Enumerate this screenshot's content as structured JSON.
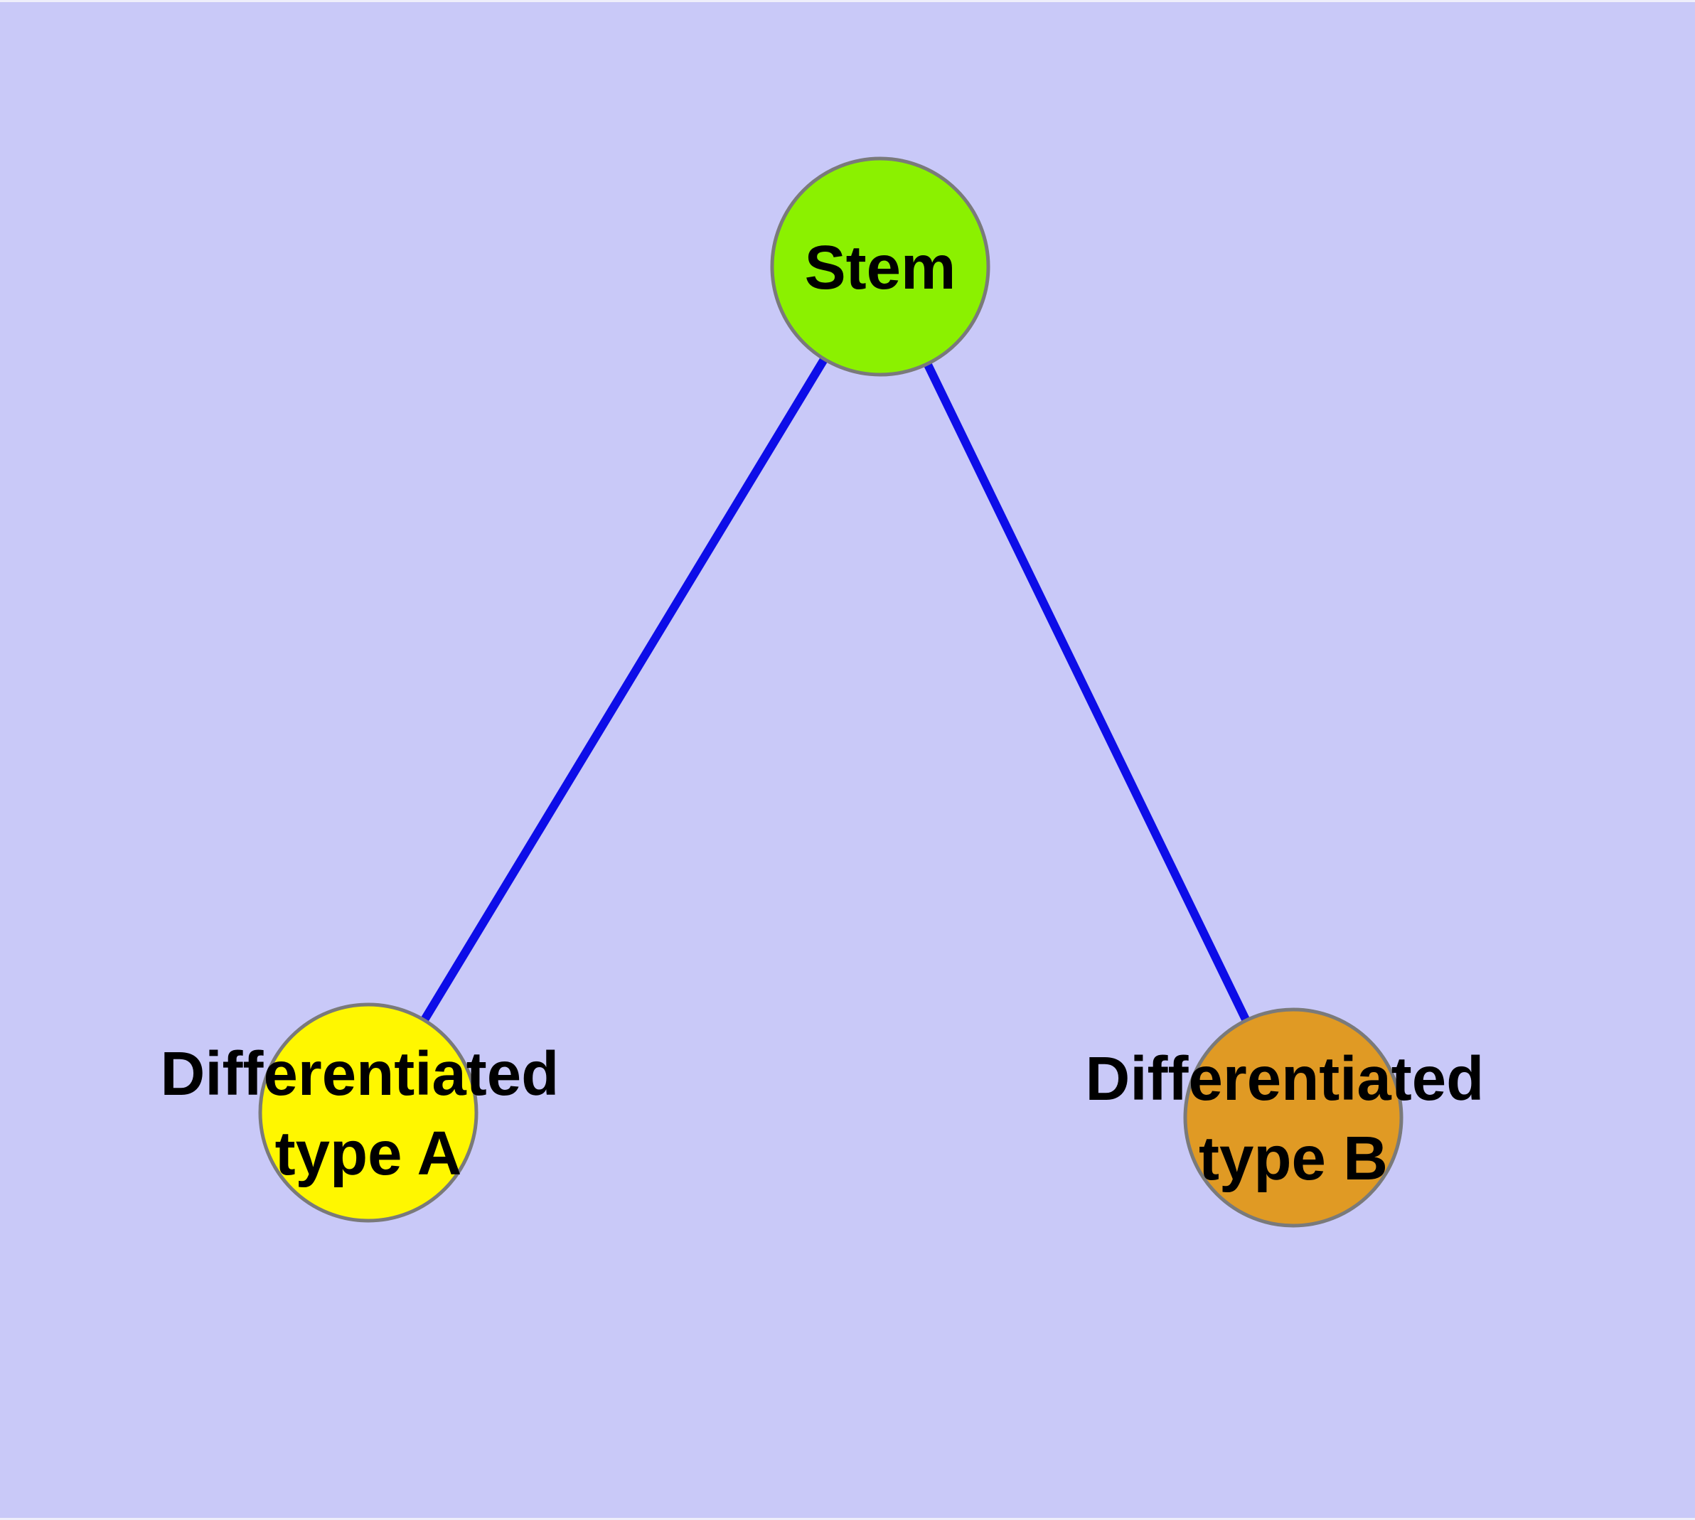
{
  "graph": {
    "background_color": "#C9C9F8",
    "edge_color": "#0D0DE8",
    "node_border_color": "#7A7A7A",
    "label_color": "#000000",
    "nodes": {
      "stem": {
        "label": "Stem",
        "color": "#8BF100"
      },
      "type_a": {
        "label_line1": "Differentiated",
        "label_line2": "type A",
        "color": "#FFF700"
      },
      "type_b": {
        "label_line1": "Differentiated",
        "label_line2": "type B",
        "color": "#E09A24"
      }
    },
    "edges": [
      {
        "from": "stem",
        "to": "type_a"
      },
      {
        "from": "stem",
        "to": "type_b"
      }
    ]
  }
}
